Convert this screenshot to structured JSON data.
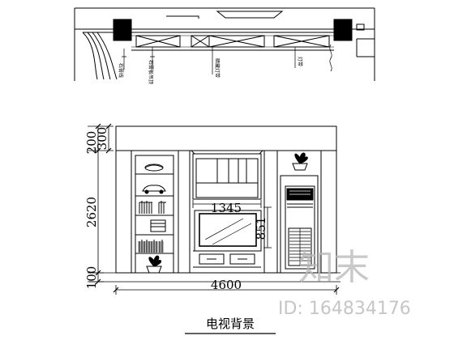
{
  "drawing": {
    "title": "电视背景",
    "dimensions": {
      "width_total": "4600",
      "height_top": "300",
      "height_upper": "200",
      "height_main": "2620",
      "height_base": "100",
      "tv_width": "1345",
      "tv_height": "851"
    },
    "ceiling_notes": [
      "石膏线",
      "石膏板吊顶",
      "暗藏灯带",
      "灯带"
    ]
  },
  "watermark": {
    "logo_text": "知末",
    "id_text": "ID: 164834176"
  }
}
